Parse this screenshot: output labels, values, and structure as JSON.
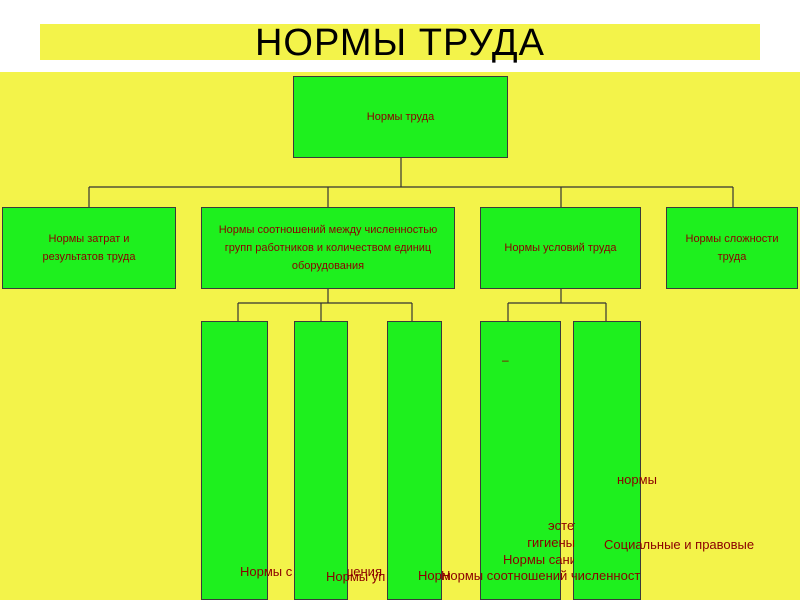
{
  "title": "НОРМЫ ТРУДА",
  "root": {
    "label": "Нормы труда"
  },
  "level1": [
    {
      "label": "Нормы затрат и результатов труда"
    },
    {
      "label": "Нормы соотношений между численностью групп работников и количеством единиц оборудования"
    },
    {
      "label": "Нормы условий труда"
    },
    {
      "label": "Нормы сложности труда"
    }
  ],
  "level2": {
    "dash": "–",
    "text1": "Нормы соотношения",
    "text2": "Нормы управляемости",
    "text3": "Нормы соотношений численности",
    "text4": "эстетики",
    "text5": "гигиены",
    "text6": "Нормы санитарии",
    "text7": "нормы",
    "text8": "Социальные и правовые"
  },
  "colors": {
    "background": "#f3f34a",
    "box": "#1ef01e",
    "text": "#8b0000"
  }
}
